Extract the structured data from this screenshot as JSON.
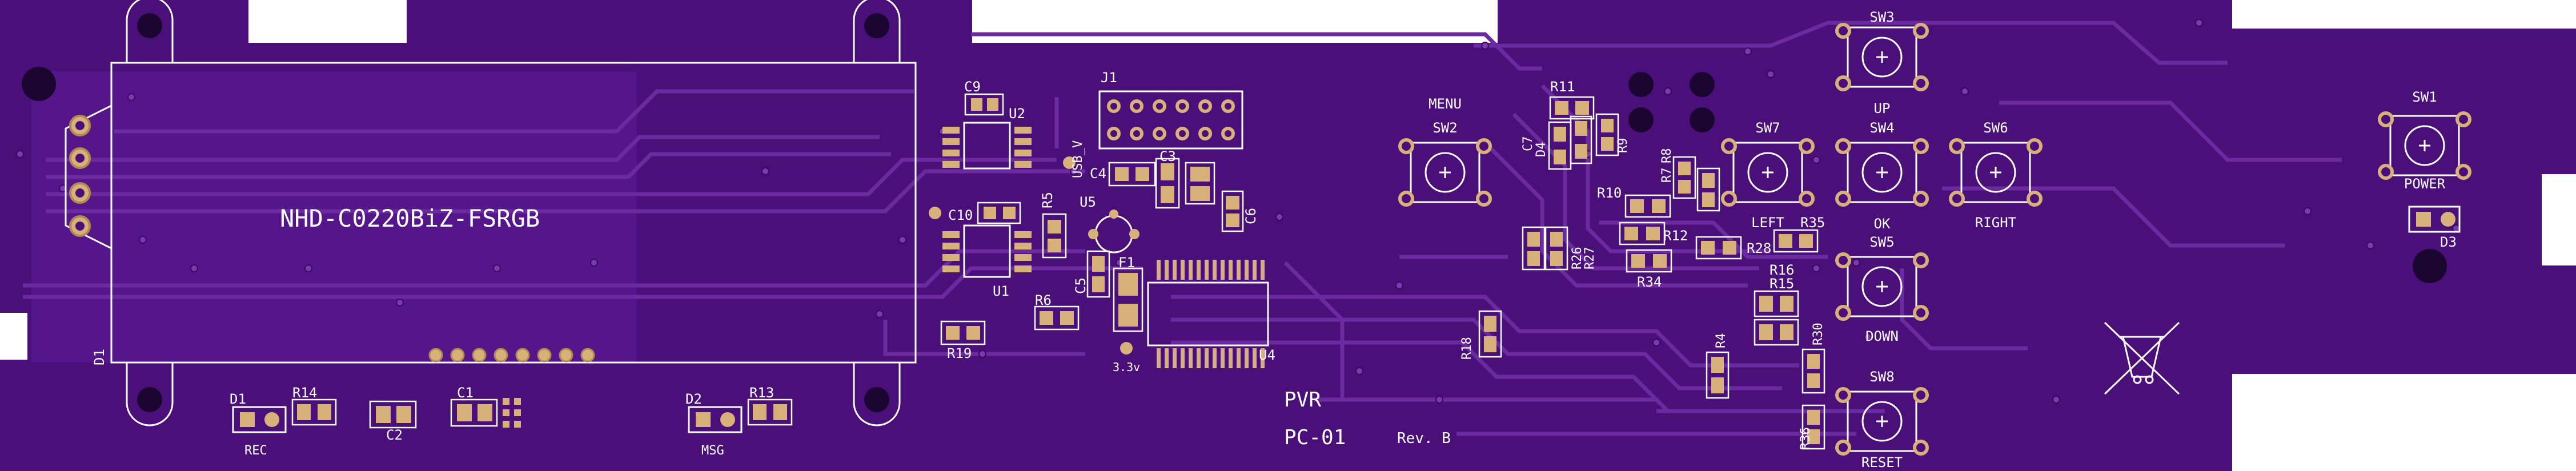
{
  "board": {
    "title": "PVR",
    "part": "PC-01",
    "revision": "Rev. B",
    "colors": {
      "substrate": "#4b0f7a",
      "copper": "#5a1d8c",
      "trace": "#6b2aa0",
      "silk": "#ffffff",
      "pad": "#d7b07a",
      "pad_dark": "#b48850"
    }
  },
  "display": {
    "label": "NHD-C0220BiZ-FSRGB",
    "ref": "D1"
  },
  "header": {
    "ref": "J1"
  },
  "chips": {
    "u1": "U1",
    "u2": "U2",
    "u4": "U4",
    "u5": "U5"
  },
  "testpoints": {
    "usb": "USB_V",
    "v33": "3.3v"
  },
  "switches": [
    {
      "ref": "SW1",
      "name": "POWER"
    },
    {
      "ref": "SW2",
      "name": "MENU"
    },
    {
      "ref": "SW3",
      "name": "UP"
    },
    {
      "ref": "SW4",
      "name": "OK"
    },
    {
      "ref": "SW5",
      "name": "DOWN"
    },
    {
      "ref": "SW6",
      "name": "RIGHT"
    },
    {
      "ref": "SW7",
      "name": "LEFT"
    },
    {
      "ref": "SW8",
      "name": "RESET"
    }
  ],
  "leds": {
    "rec_ref": "D1",
    "rec_label": "REC",
    "msg_ref": "D2",
    "msg_label": "MSG",
    "pwr_ref": "D3",
    "d4_ref": "D4"
  },
  "caps": {
    "c1": "C1",
    "c2": "C2",
    "c3": "C3",
    "c4": "C4",
    "c5": "C5",
    "c6": "C6",
    "c7": "C7",
    "c9": "C9",
    "c10": "C10"
  },
  "fuse": "F1",
  "resistors": {
    "r4": "R4",
    "r5": "R5",
    "r6": "R6",
    "r7": "R7",
    "r8": "R8",
    "r9": "R9",
    "r10": "R10",
    "r11": "R11",
    "r12": "R12",
    "r13": "R13",
    "r14": "R14",
    "r15": "R15",
    "r16": "R16",
    "r18": "R18",
    "r19": "R19",
    "r26": "R26",
    "r27": "R27",
    "r28": "R28",
    "r30": "R30",
    "r34": "R34",
    "r35": "R35",
    "r36": "R36"
  }
}
